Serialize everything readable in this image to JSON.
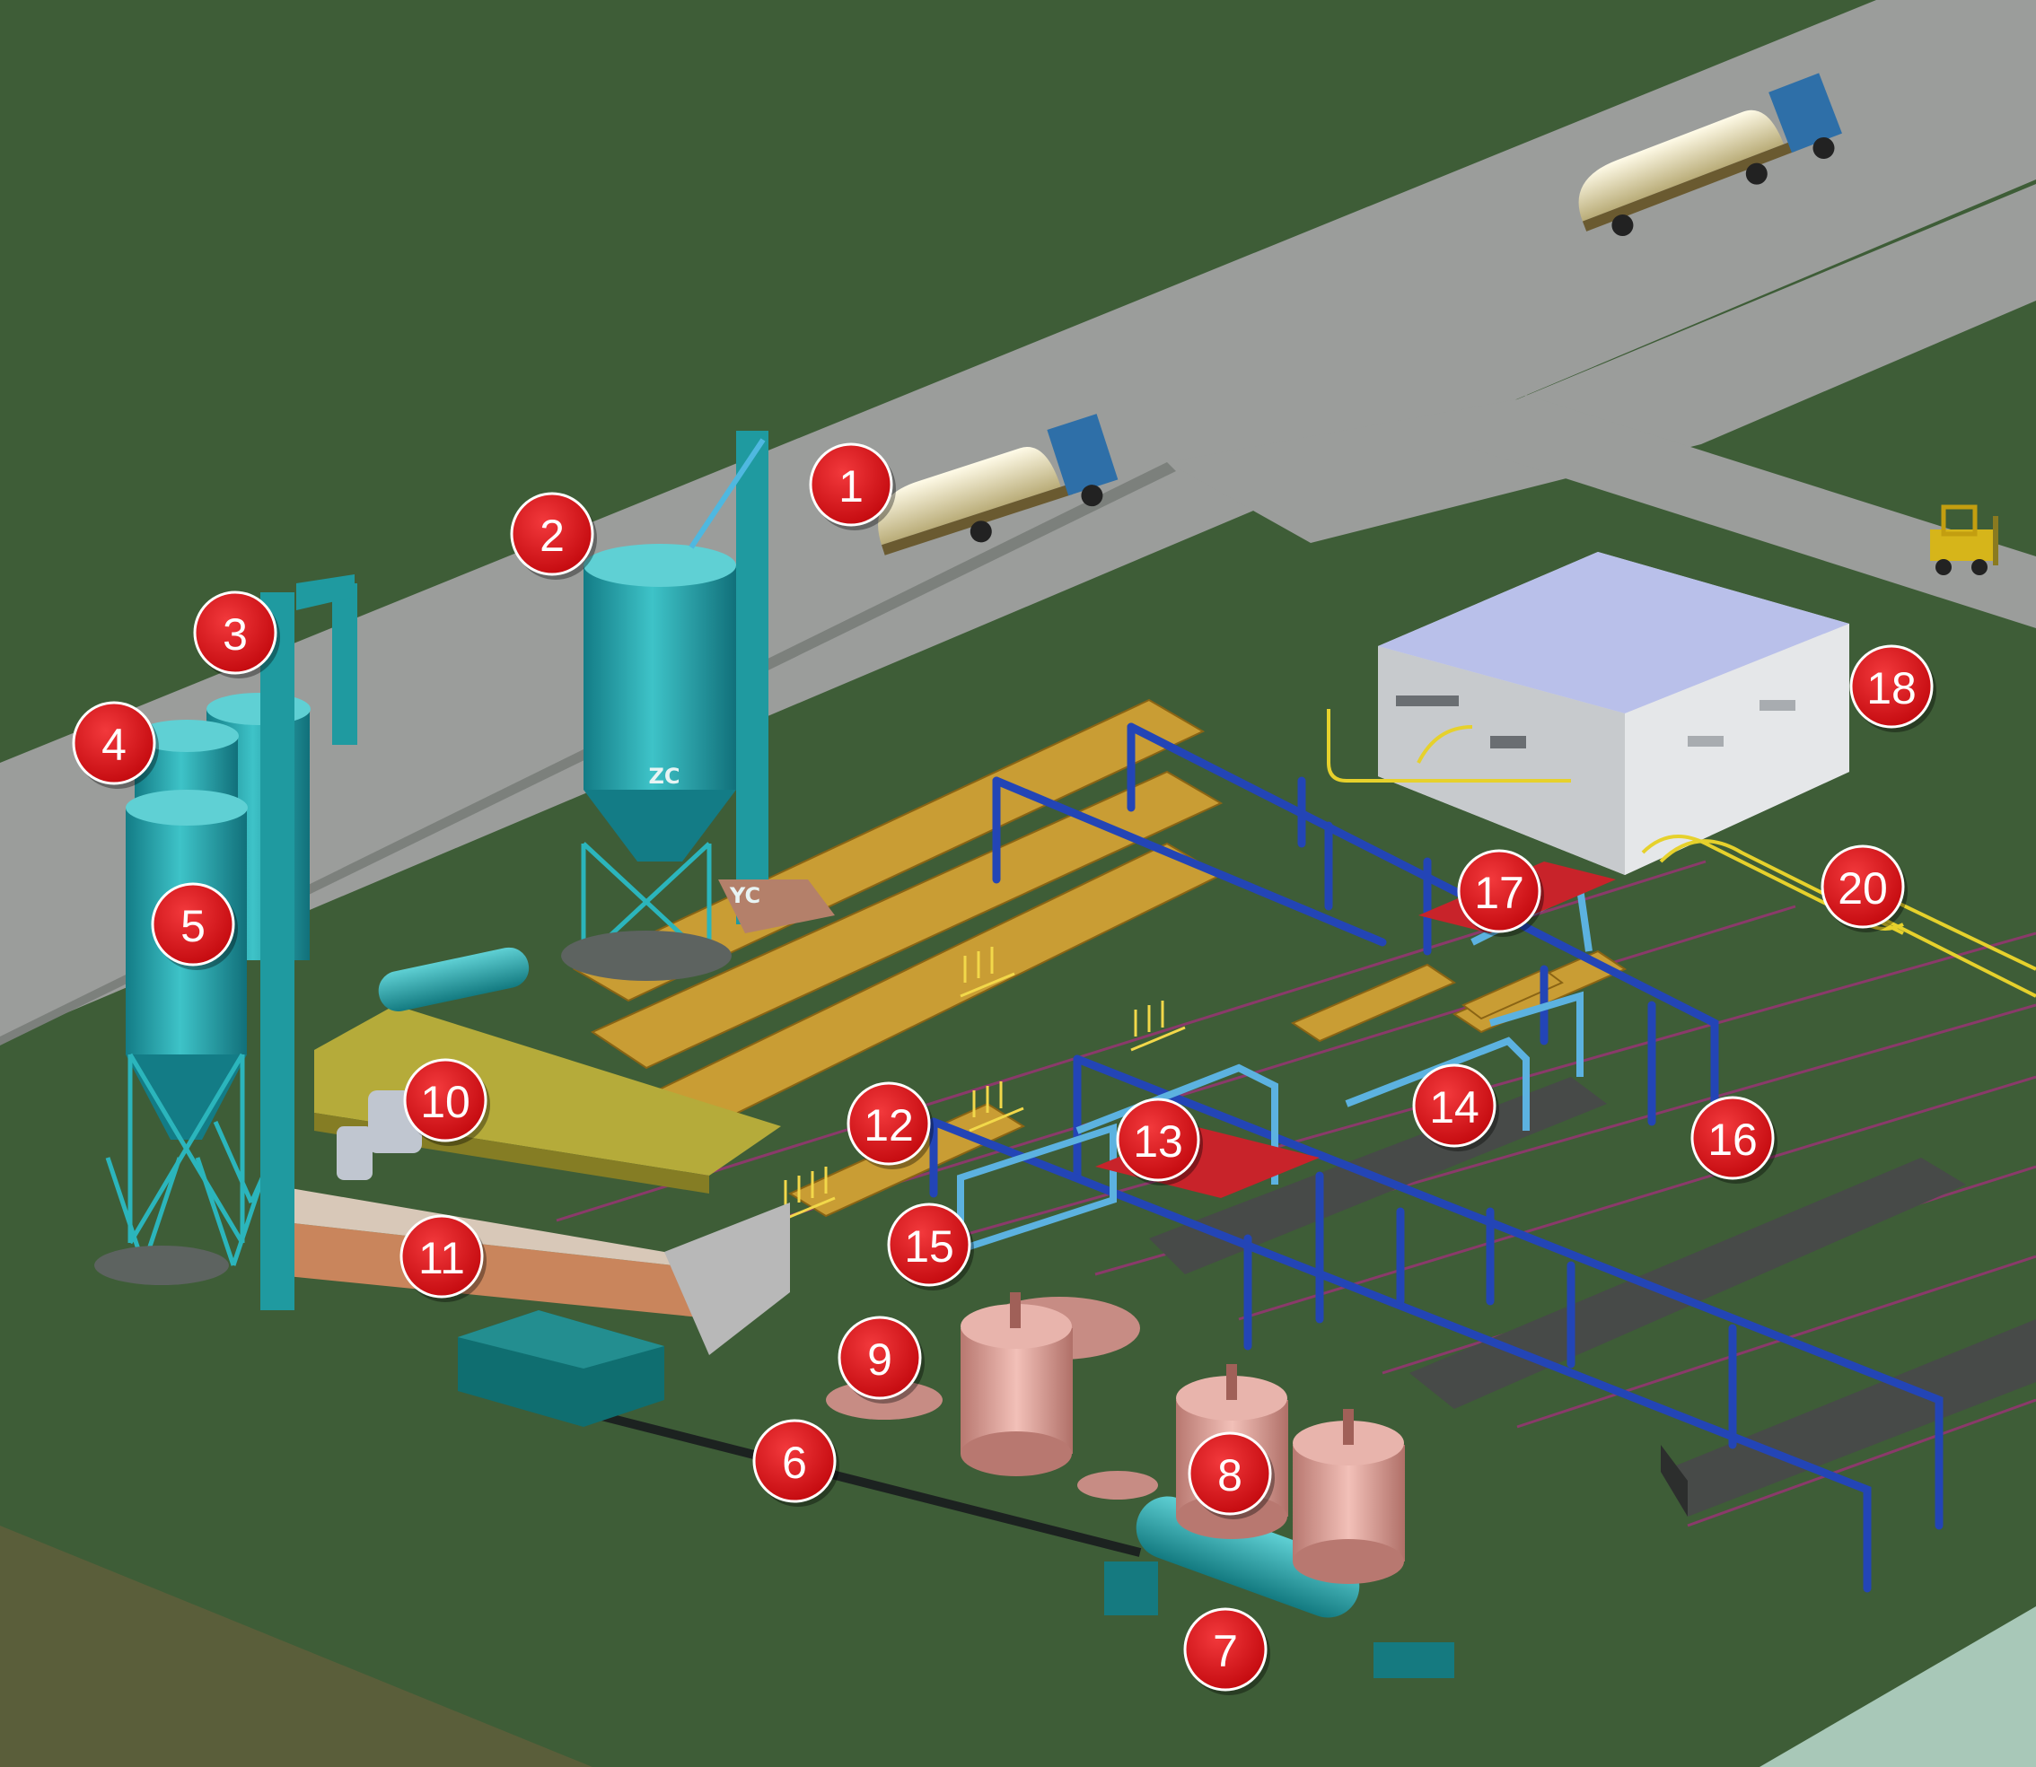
{
  "colors": {
    "ground": "#3f5e38",
    "road": "#9a9c9a",
    "silo": "#2aa6ae",
    "frame": "#2448b8",
    "mould": "#c9a43a",
    "tank": "#e4a8a0",
    "callout": "#d9161b",
    "building": "#dfe2e6"
  },
  "silo_labels": {
    "silo_2": "ZC",
    "elevator_1": "YC"
  },
  "callouts": [
    {
      "id": "c1",
      "label": "1"
    },
    {
      "id": "c2",
      "label": "2"
    },
    {
      "id": "c3",
      "label": "3"
    },
    {
      "id": "c4",
      "label": "4"
    },
    {
      "id": "c5",
      "label": "5"
    },
    {
      "id": "c6",
      "label": "6"
    },
    {
      "id": "c7",
      "label": "7"
    },
    {
      "id": "c8",
      "label": "8"
    },
    {
      "id": "c9",
      "label": "9"
    },
    {
      "id": "c10",
      "label": "10"
    },
    {
      "id": "c11",
      "label": "11"
    },
    {
      "id": "c12",
      "label": "12"
    },
    {
      "id": "c13",
      "label": "13"
    },
    {
      "id": "c14",
      "label": "14"
    },
    {
      "id": "c15",
      "label": "15"
    },
    {
      "id": "c16",
      "label": "16"
    },
    {
      "id": "c17",
      "label": "17"
    },
    {
      "id": "c18",
      "label": "18"
    },
    {
      "id": "c20",
      "label": "20"
    }
  ]
}
